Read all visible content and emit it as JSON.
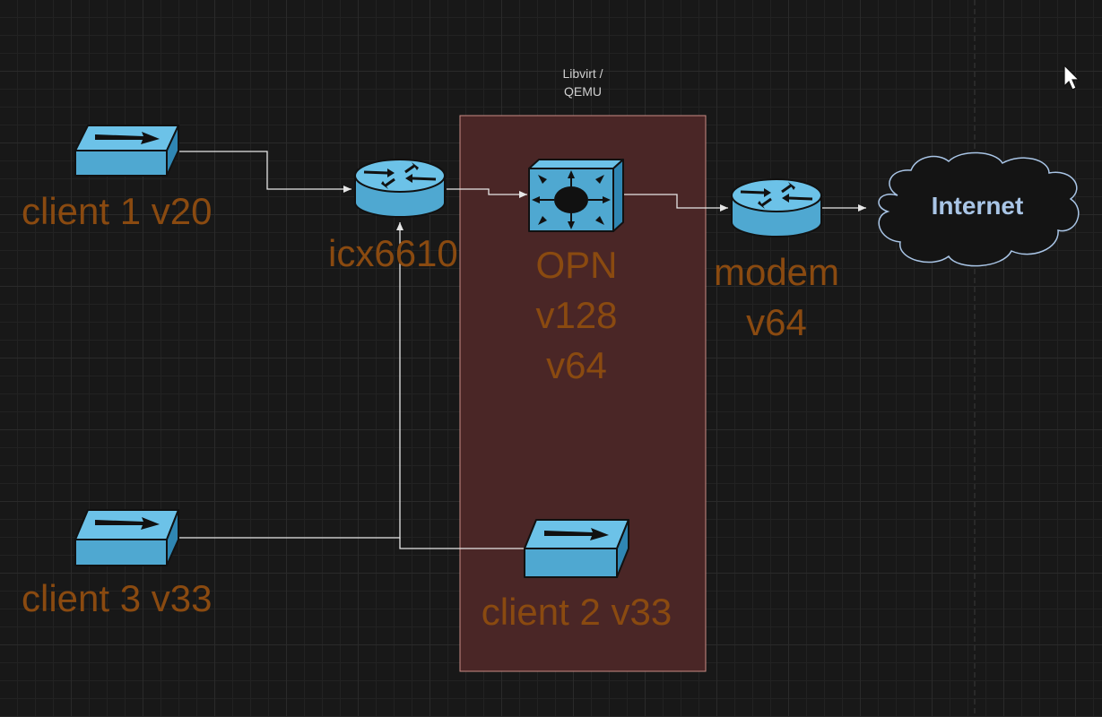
{
  "container": {
    "label_line1": "Libvirt /",
    "label_line2": "QEMU"
  },
  "nodes": {
    "client1": {
      "label": "client 1 v20"
    },
    "client3": {
      "label": "client 3 v33"
    },
    "client2": {
      "label": "client 2 v33"
    },
    "icx": {
      "label": "icx6610"
    },
    "opn": {
      "line1": "OPN",
      "line2": "v128",
      "line3": "v64"
    },
    "modem": {
      "line1": "modem",
      "line2": "v64"
    },
    "internet": {
      "label": "Internet"
    }
  },
  "colors": {
    "device_fill": "#4fa8d1",
    "label_text": "#8a4a10",
    "container_fill": "#4a2626",
    "container_border": "#c98c85",
    "link": "#e6e6e6"
  }
}
